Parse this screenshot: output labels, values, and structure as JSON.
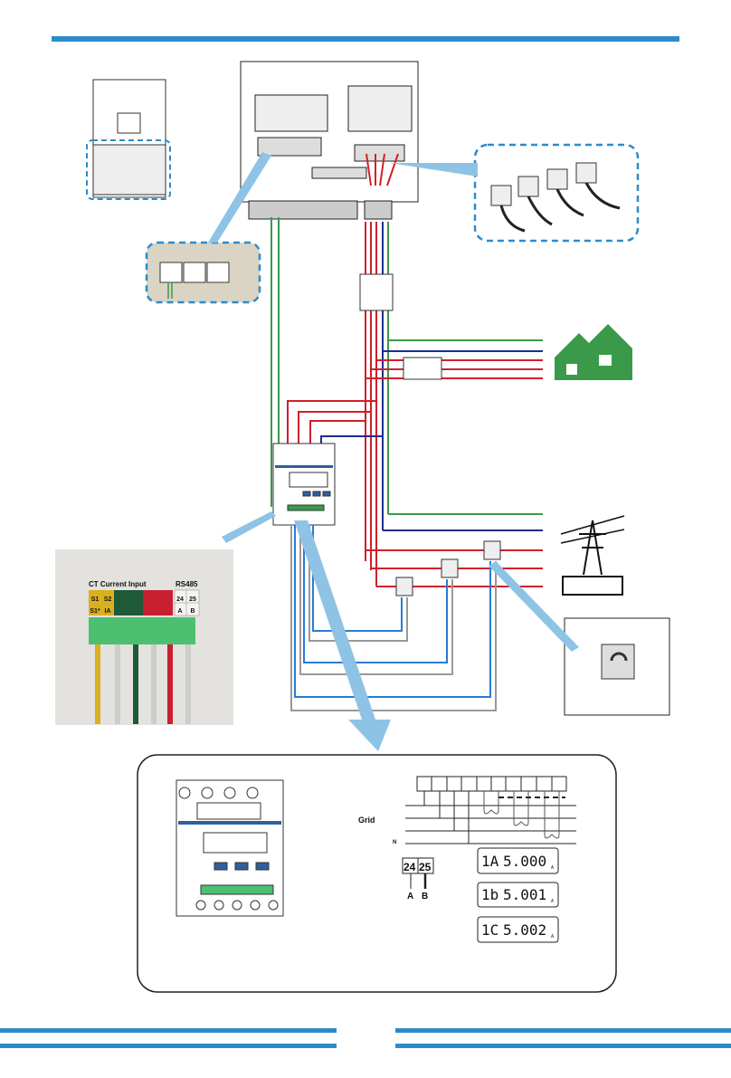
{
  "colors": {
    "accent_bar": "#2e8bc9",
    "line_phase": "#d0202a",
    "neutral": "#1f2d8a",
    "earth": "#3a9a4a",
    "ct_wire": "#2a7bd6",
    "callout": "#8fc3e6",
    "home": "#3a9a4a"
  },
  "photo": {
    "ct_header": "CT Current Input",
    "rs485_header": "RS485",
    "terminals": [
      "S1",
      "S2",
      "",
      "",
      "",
      "",
      "24",
      "25"
    ],
    "terminals_row2": [
      "S1*",
      "IA",
      "",
      "",
      "",
      "",
      "A",
      "B"
    ]
  },
  "detail": {
    "grid_label": "Grid",
    "neutral_label": "N",
    "rs485_terminal_a": "24",
    "rs485_terminal_b": "25",
    "rs485_a": "A",
    "rs485_b": "B",
    "displays": [
      {
        "phase": "1A",
        "value": "5.000"
      },
      {
        "phase": "1b",
        "value": "5.001"
      },
      {
        "phase": "1C",
        "value": "5.002"
      }
    ],
    "display_unit": "A"
  },
  "icons": [
    "inverter",
    "ct-clamp",
    "rj45-ports",
    "house",
    "grid-tower",
    "energy-meter",
    "circuit-breaker"
  ]
}
